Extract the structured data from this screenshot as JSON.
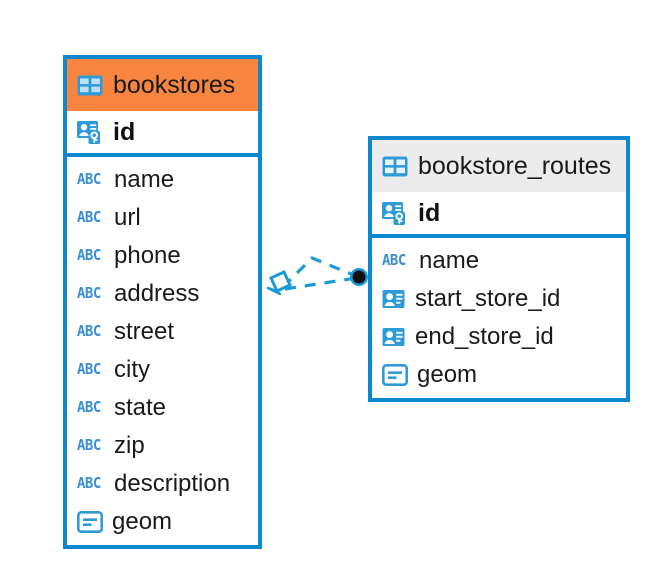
{
  "diagram": {
    "type": "entity-relationship-diagram",
    "accent_color": "#0c88ce",
    "highlight_header_color": "#f8853f",
    "default_header_color": "#ececec"
  },
  "tables": [
    {
      "name": "bookstores",
      "header_style": "orange",
      "table_icon": "table-icon",
      "primary_key": {
        "label": "id",
        "icon": "primary-key-icon"
      },
      "fields": [
        {
          "label": "name",
          "icon": "abc-icon",
          "type": "text"
        },
        {
          "label": "url",
          "icon": "abc-icon",
          "type": "text"
        },
        {
          "label": "phone",
          "icon": "abc-icon",
          "type": "text"
        },
        {
          "label": "address",
          "icon": "abc-icon",
          "type": "text"
        },
        {
          "label": "street",
          "icon": "abc-icon",
          "type": "text"
        },
        {
          "label": "city",
          "icon": "abc-icon",
          "type": "text"
        },
        {
          "label": "state",
          "icon": "abc-icon",
          "type": "text"
        },
        {
          "label": "zip",
          "icon": "abc-icon",
          "type": "text"
        },
        {
          "label": "description",
          "icon": "abc-icon",
          "type": "text"
        },
        {
          "label": "geom",
          "icon": "geometry-icon",
          "type": "geometry"
        }
      ]
    },
    {
      "name": "bookstore_routes",
      "header_style": "gray",
      "table_icon": "table-icon",
      "primary_key": {
        "label": "id",
        "icon": "primary-key-icon"
      },
      "fields": [
        {
          "label": "name",
          "icon": "abc-icon",
          "type": "text"
        },
        {
          "label": "start_store_id",
          "icon": "foreign-key-icon",
          "type": "reference"
        },
        {
          "label": "end_store_id",
          "icon": "foreign-key-icon",
          "type": "reference"
        },
        {
          "label": "geom",
          "icon": "geometry-icon",
          "type": "geometry"
        }
      ]
    }
  ],
  "relationships": [
    {
      "from_table": "bookstores",
      "to_table": "bookstore_routes",
      "from_marker": "diamond-marker",
      "to_marker": "circle-marker",
      "line_style": "dashed",
      "edges": 2
    }
  ],
  "abc_icon_text": "ABC"
}
